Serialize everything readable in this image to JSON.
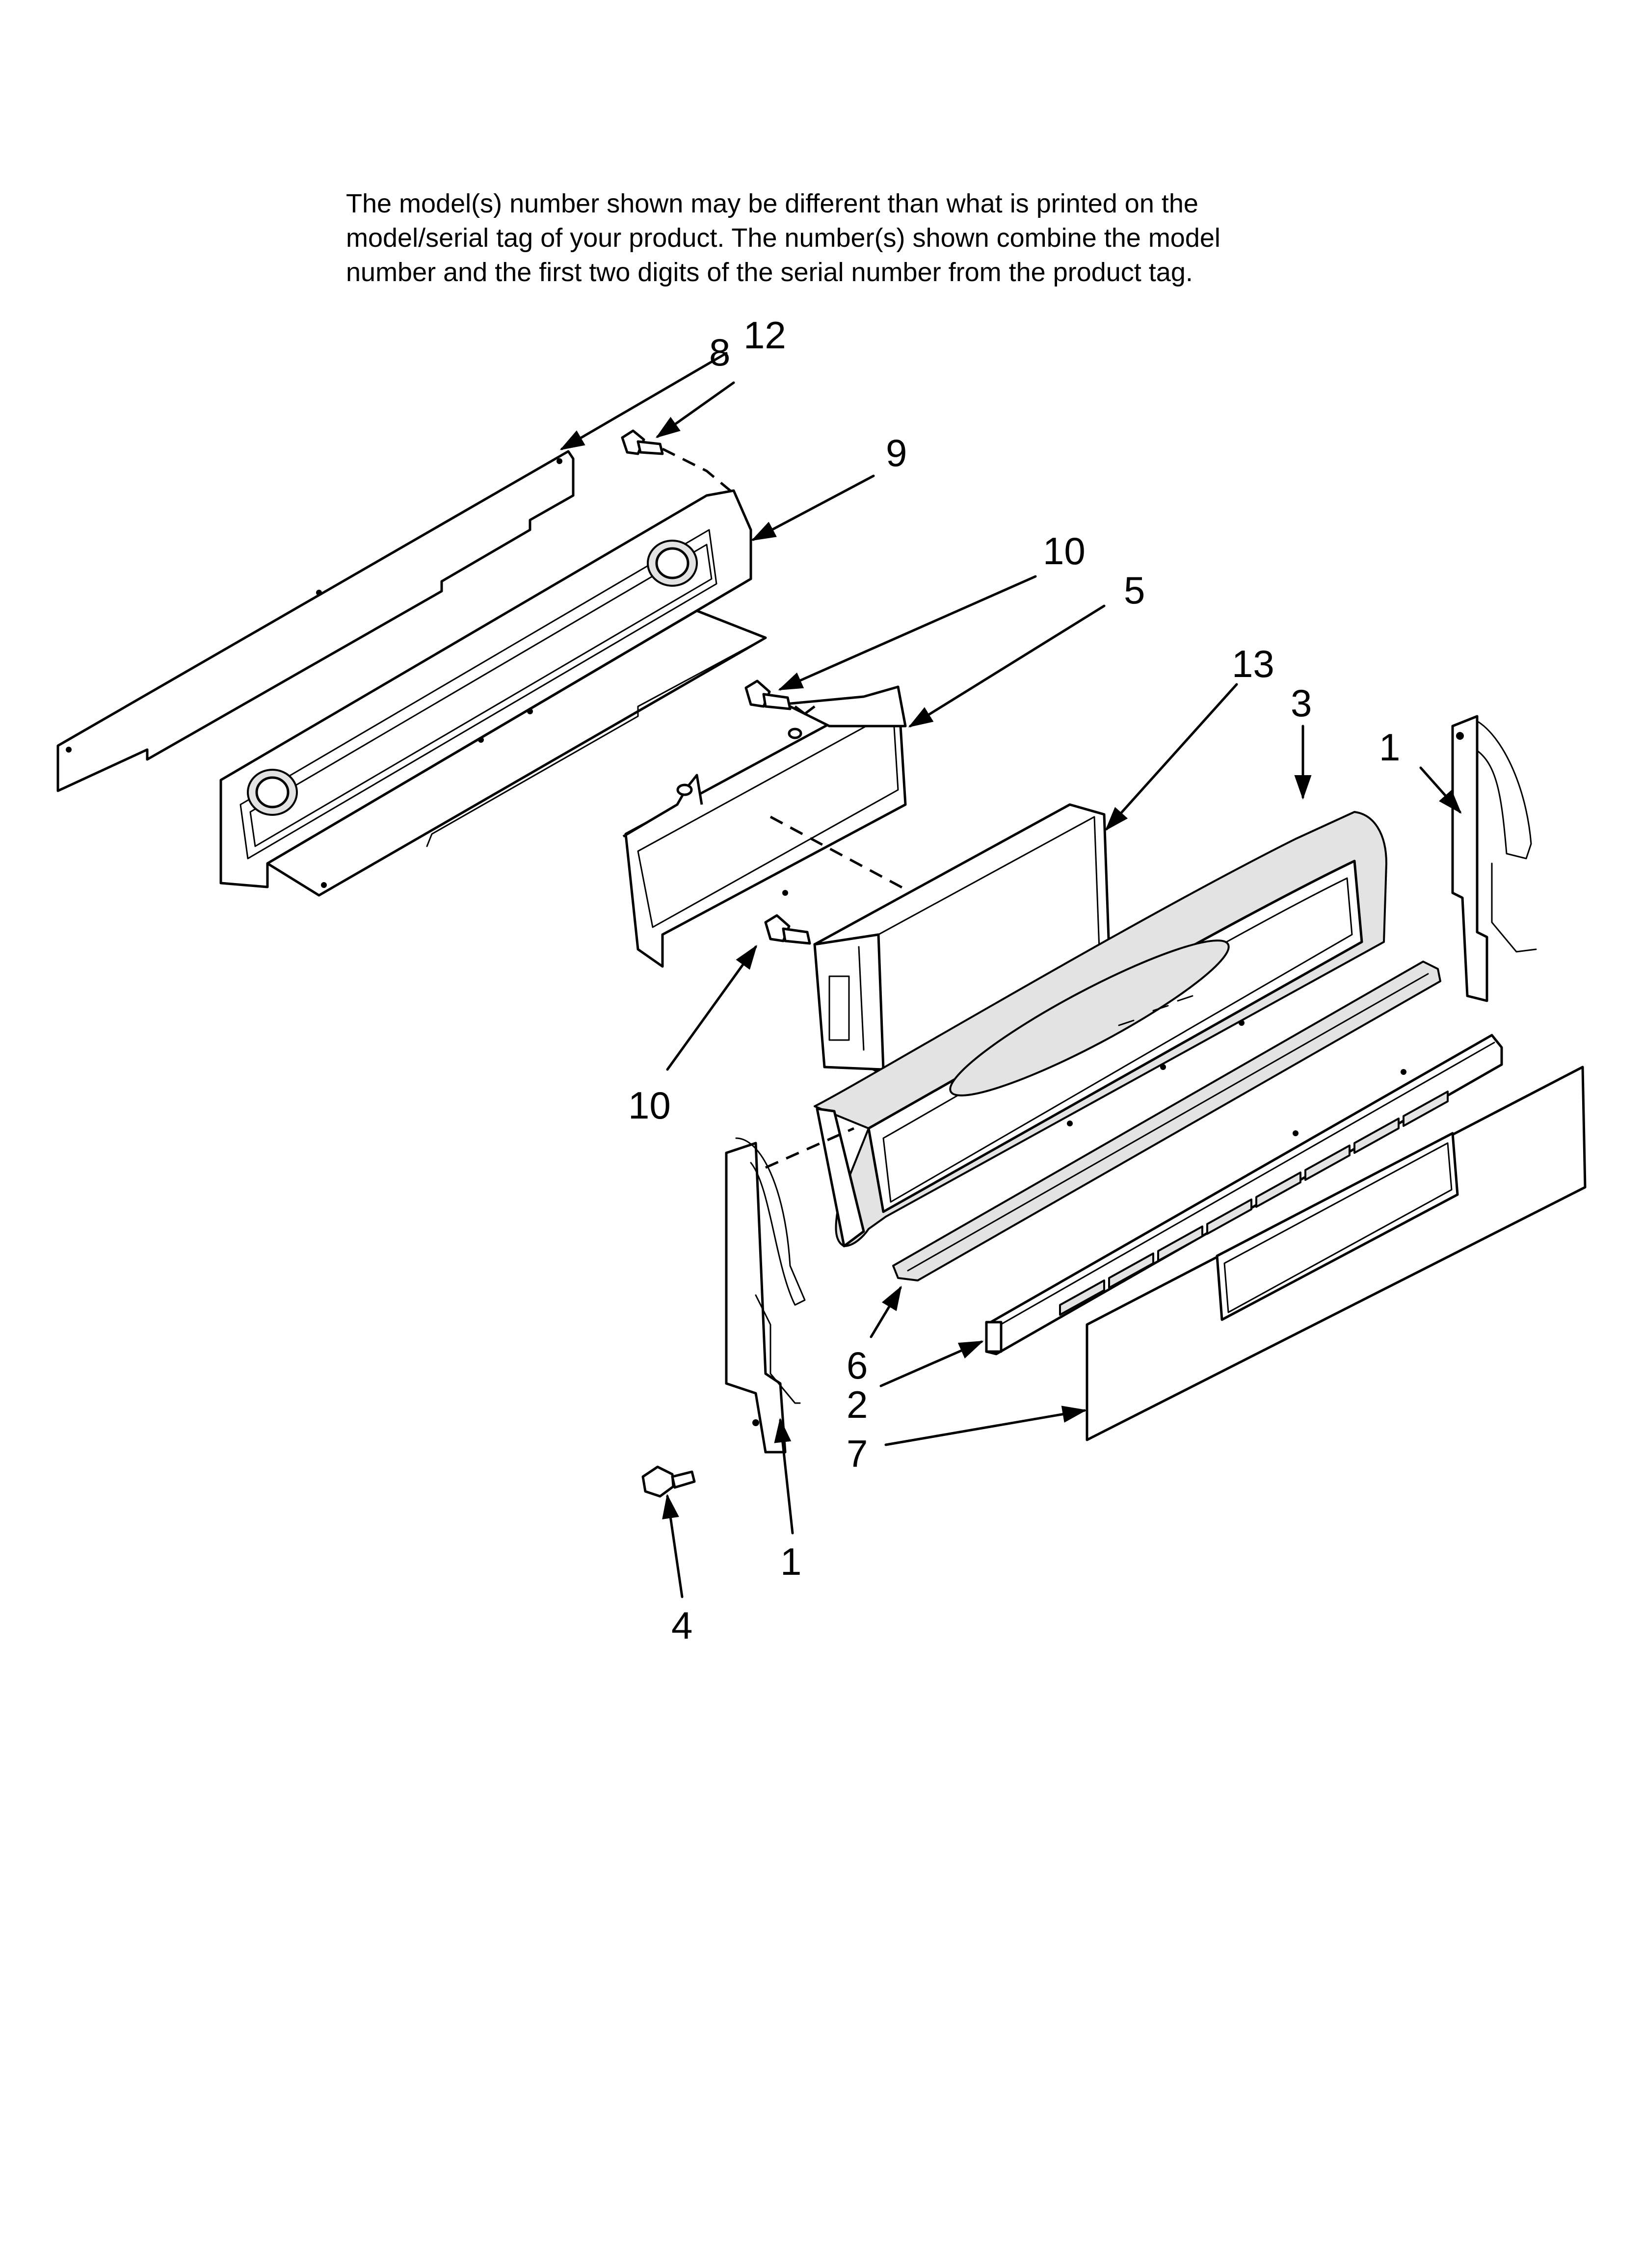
{
  "disclaimer": {
    "line1": "The model(s) number shown may be different than what is printed on the",
    "line2": "model/serial tag of your product. The number(s) shown combine the model",
    "line3": "number and the first two digits of the serial number from the product tag."
  },
  "callouts": {
    "c8": "8",
    "c12": "12",
    "c9": "9",
    "c10a": "10",
    "c5": "5",
    "c13": "13",
    "c3": "3",
    "c1a": "1",
    "c10b": "10",
    "c6": "6",
    "c2": "2",
    "c7": "7",
    "c1b": "1",
    "c4": "4"
  }
}
